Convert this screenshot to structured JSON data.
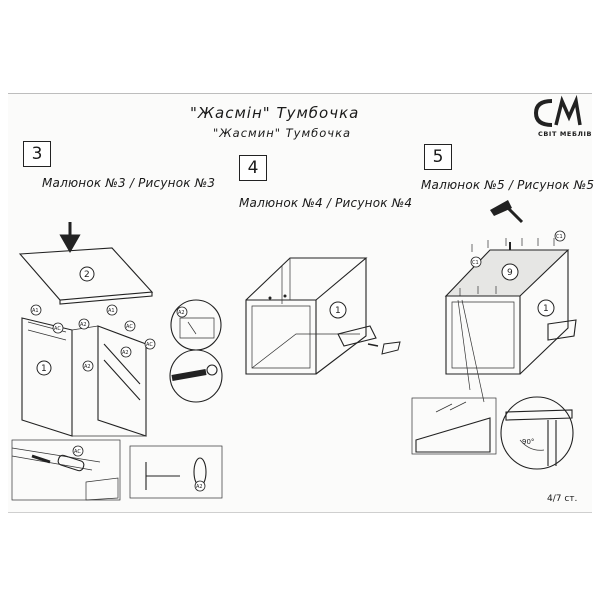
{
  "title": {
    "ua": "\"Жасмін\" Тумбочка",
    "ru": "\"Жасмин\" Тумбочка"
  },
  "brand": {
    "logo": "СМ",
    "name": "СВІТ МЕБЛІВ"
  },
  "steps": [
    {
      "number": "3",
      "caption": "Малюнок №3 / Рисунок №3"
    },
    {
      "number": "4",
      "caption": "Малюнок №4 / Рисунок №4"
    },
    {
      "number": "5",
      "caption": "Малюнок №5 / Рисунок №5"
    }
  ],
  "part_labels": {
    "p1": "1",
    "p2": "2",
    "p9": "9"
  },
  "fittings": {
    "a1": "A1",
    "a2": "A2",
    "ac": "AC",
    "c1": "C1"
  },
  "angle": "90°",
  "page": "4/7 ст."
}
